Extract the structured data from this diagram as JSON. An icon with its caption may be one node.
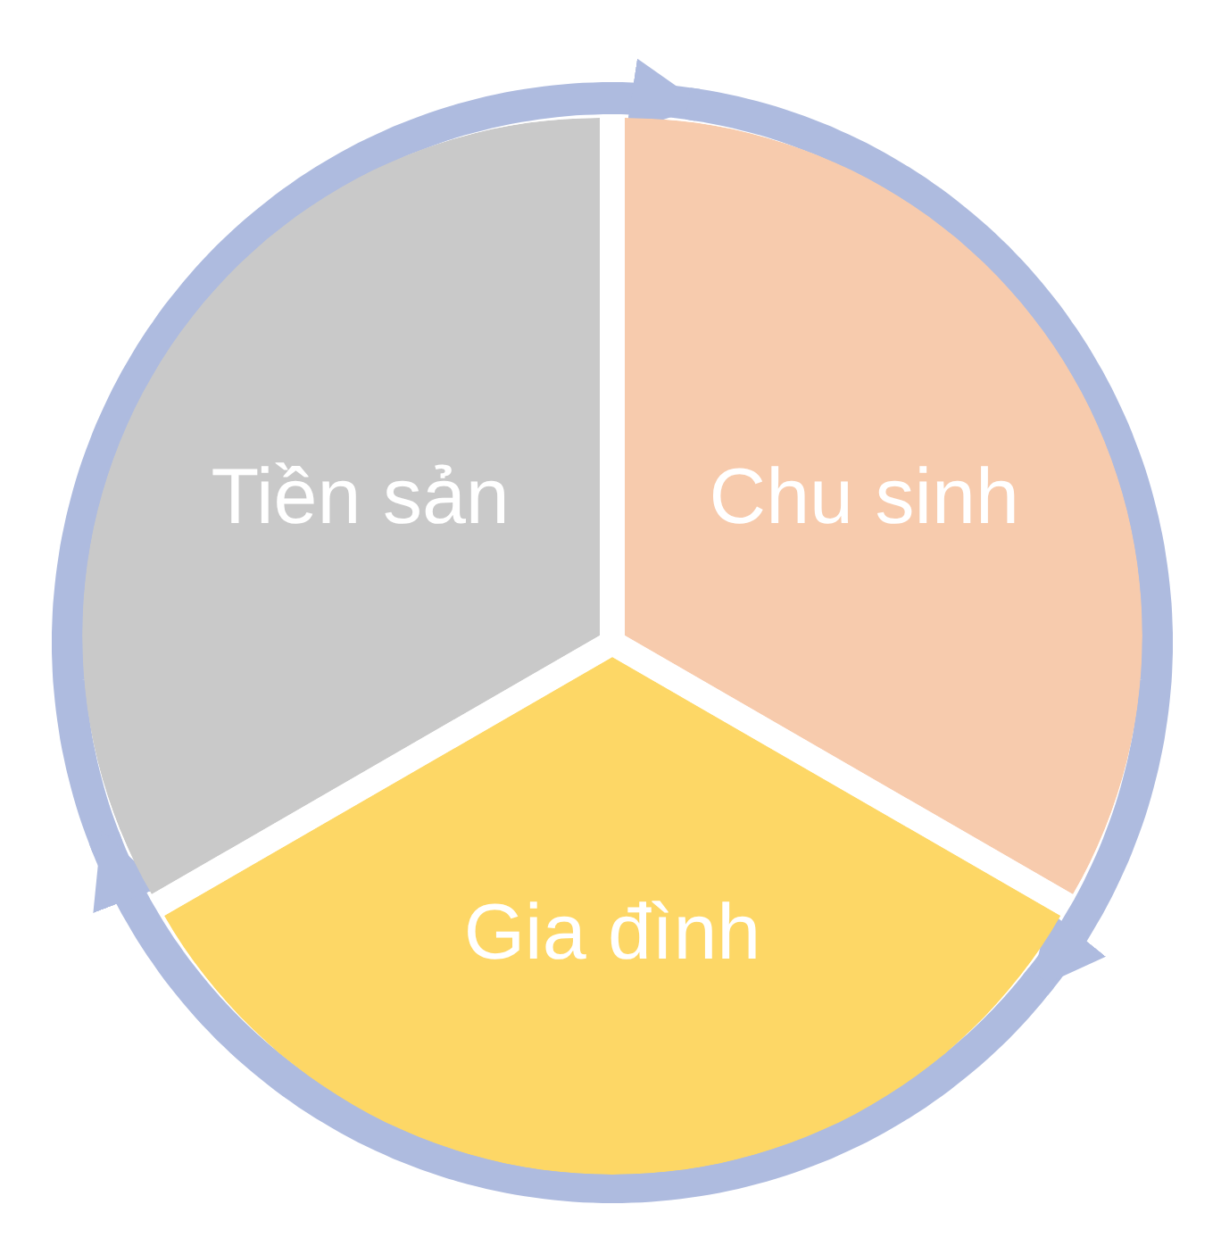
{
  "diagram": {
    "nodes": [
      {
        "text": [
          "Tiền sản"
        ]
      },
      {
        "text": [
          "Chu sinh"
        ]
      },
      {
        "text": [
          "Gia đình"
        ]
      }
    ],
    "edges": [
      {
        "from": 0,
        "to": 1,
        "arrow": "to"
      },
      {
        "from": 1,
        "to": 2,
        "arrow": "to"
      },
      {
        "from": 2,
        "to": 0,
        "arrow": "to"
      }
    ]
  }
}
